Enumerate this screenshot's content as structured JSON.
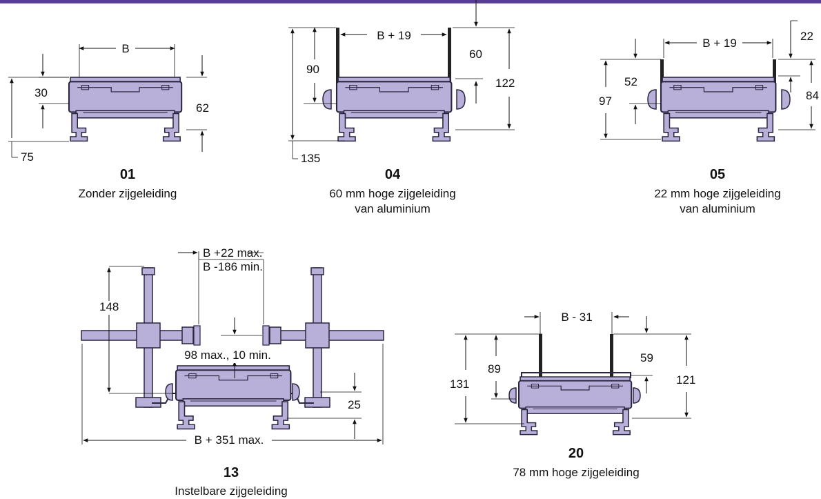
{
  "colors": {
    "profile_fill": "#b8b0d8",
    "profile_stroke": "#2a2540",
    "rail": "#222222",
    "topbar": "#5a3f8f"
  },
  "figures": [
    {
      "code": "01",
      "description": "Zonder zijgeleiding",
      "dims": {
        "width": "B",
        "top": "30",
        "height": "62",
        "total": "75"
      }
    },
    {
      "code": "04",
      "description": "60 mm hoge zijgeleiding",
      "description2": "van aluminium",
      "dims": {
        "width": "B + 19",
        "rail": "60",
        "mid": "90",
        "height": "122",
        "total": "135"
      }
    },
    {
      "code": "05",
      "description": "22 mm hoge zijgeleiding",
      "description2": "van aluminium",
      "dims": {
        "width": "B + 19",
        "rail": "22",
        "mid": "52",
        "height": "84",
        "total": "97"
      }
    },
    {
      "code": "13",
      "description": "Instelbare zijgeleiding",
      "dims": {
        "max": "B +22 max.",
        "min": "B -186 min.",
        "height": "148",
        "gap": "98 max., 10 min.",
        "low": "25",
        "width": "B + 351 max."
      }
    },
    {
      "code": "20",
      "description": "78 mm hoge zijgeleiding",
      "dims": {
        "width": "B - 31",
        "total": "131",
        "mid": "89",
        "rail": "59",
        "height": "121"
      }
    }
  ]
}
